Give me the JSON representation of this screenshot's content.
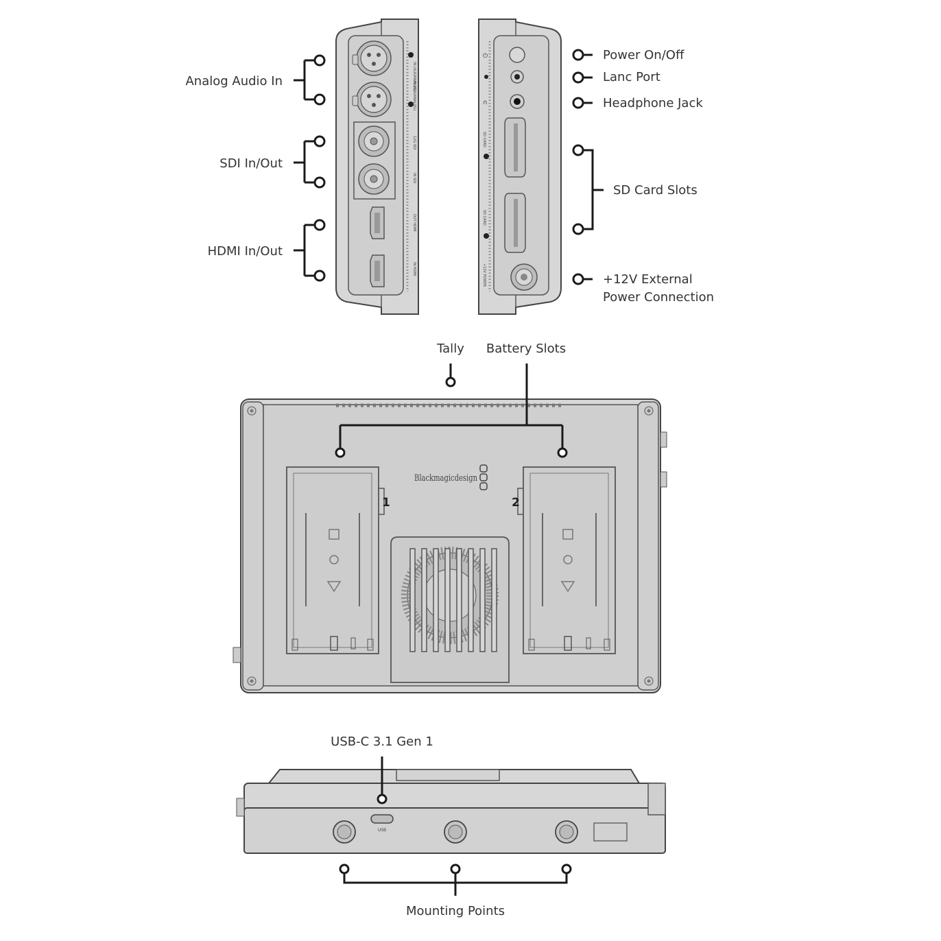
{
  "left_labels": {
    "analog_audio_in": "Analog Audio In",
    "sdi_in_out": "SDI In/Out",
    "hdmi_in_out": "HDMI In/Out"
  },
  "right_labels": {
    "power_on_off": "Power On/Off",
    "lanc_port": "Lanc Port",
    "headphone_jack": "Headphone Jack",
    "sd_card_slots": "SD Card Slots",
    "external_power_line1": "+12V External",
    "external_power_line2": "Power Connection"
  },
  "rear_labels": {
    "tally": "Tally",
    "battery_slots": "Battery Slots",
    "slot_1": "1",
    "slot_2": "2",
    "logo_text": "Blackmagicdesign"
  },
  "bottom_labels": {
    "usb_c": "USB-C 3.1 Gen 1",
    "usb_port_tag": "USB",
    "mounting_points": "Mounting Points"
  },
  "panel_engravings": {
    "left_side": [
      "IN (XLR/ANALOG)",
      "IN (XLR/ANALOG)",
      "12G SDI",
      "IN SDI",
      "OUT HDMI",
      "IN HDMI"
    ],
    "right_side": [
      "SD CARD",
      "SD CARD",
      "+12V POWER"
    ]
  }
}
